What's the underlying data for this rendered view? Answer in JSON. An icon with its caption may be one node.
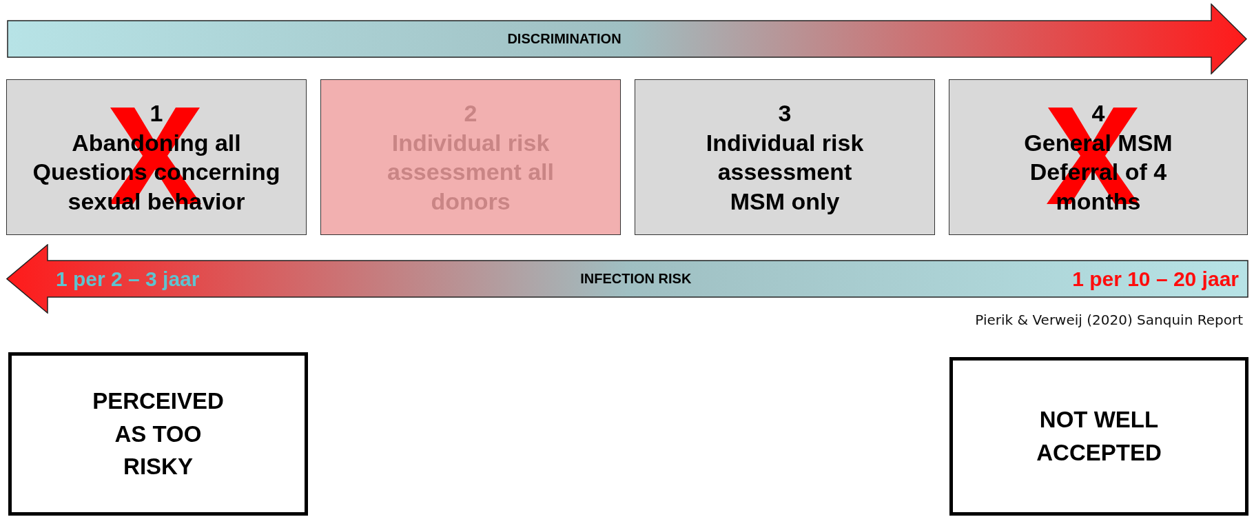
{
  "diagram": {
    "nodes": [
      {
        "text": [
          "DISCRIMINATION"
        ]
      },
      {
        "text": [
          "1",
          "Abandoning all Questions concerning sexual behavior"
        ]
      },
      {
        "text": [
          "2",
          "Individual risk assessment all donors"
        ]
      },
      {
        "text": [
          "3",
          "Individual risk assessment MSM only"
        ]
      },
      {
        "text": [
          "4",
          "General MSM Deferral of 4 months"
        ]
      },
      {
        "text": [
          "1 per 2 – 3 jaar",
          "INFECTION RISK",
          "1 per 10 – 20 jaar"
        ]
      },
      {
        "text": [
          "PERCEIVED AS TOO RISKY"
        ]
      },
      {
        "text": [
          "NOT WELL ACCEPTED"
        ]
      }
    ],
    "edges": [],
    "labels": [
      "Pierik & Verweij (2020) Sanquin Report"
    ]
  }
}
